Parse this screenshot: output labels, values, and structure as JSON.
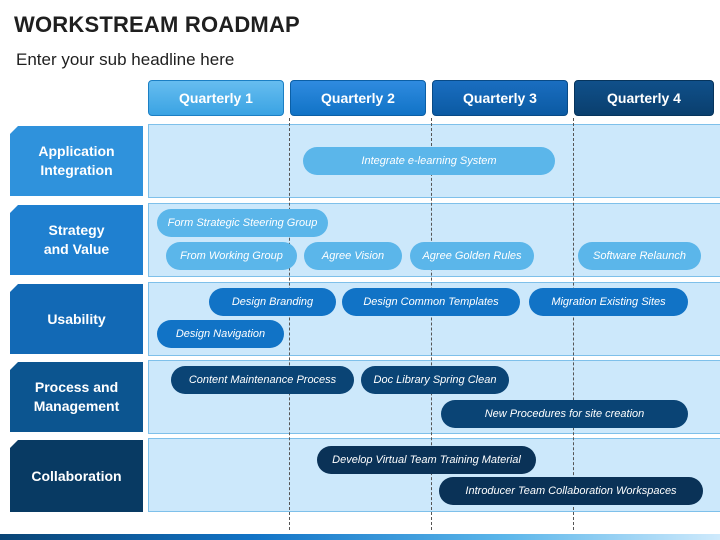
{
  "header": {
    "title": "WORKSTREAM ROADMAP",
    "subtitle": "Enter your sub headline here"
  },
  "quarters": [
    "Quarterly 1",
    "Quarterly 2",
    "Quarterly 3",
    "Quarterly 4"
  ],
  "rows": [
    {
      "label": "Application Integration"
    },
    {
      "label": "Strategy and Value"
    },
    {
      "label": "Usability"
    },
    {
      "label": "Process and Management"
    },
    {
      "label": "Collaboration"
    }
  ],
  "tasks": {
    "integrate_elearning": "Integrate e-learning System",
    "form_steering_group": "Form Strategic Steering Group",
    "from_working_group": "From Working Group",
    "agree_vision": "Agree Vision",
    "agree_golden_rules": "Agree Golden Rules",
    "software_relaunch": "Software Relaunch",
    "design_branding": "Design Branding",
    "design_common_templates": "Design Common Templates",
    "migration_existing_sites": "Migration Existing Sites",
    "design_navigation": "Design Navigation",
    "content_maintenance": "Content Maintenance Process",
    "doc_library_clean": "Doc Library Spring Clean",
    "new_procedures": "New Procedures for site creation",
    "develop_training": "Develop Virtual Team Training Material",
    "introducer_collab": "Introducer Team Collaboration Workspaces"
  },
  "colors": {
    "light_blue": "#5bb6ea",
    "mid_blue": "#1173c6",
    "dark_blue": "#0a4475",
    "lane_fill": "#cce8fb"
  }
}
